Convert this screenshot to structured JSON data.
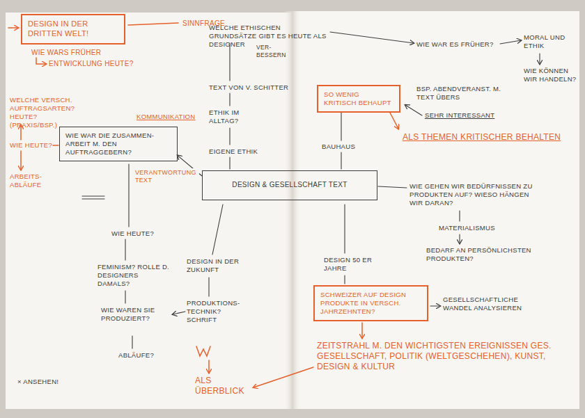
{
  "diagram": {
    "nodes": [
      {
        "text": [
          "DESIGN IN DER DRITTEN WELT!"
        ]
      },
      {
        "text": [
          "WIE WAR DIE ZUSAMMEN-ARBEIT M. DEN AUFTRAGGEBERN?"
        ]
      },
      {
        "text": [
          "SO WENIG KRITISCH BEHAUPT"
        ]
      },
      {
        "text": [
          "DESIGN & GESELLSCHAFT TEXT"
        ]
      },
      {
        "text": [
          "SCHWEIZER AUF DESIGN PRODUKTE IN VERSCH. JAHRZEHNTEN?"
        ]
      }
    ],
    "edges": [
      {
        "from": 3,
        "to": 1,
        "label": "VERANTWORTUNG TEXT",
        "arrow": "to"
      }
    ],
    "labels": [
      "SINNFRAGE",
      "WIE WARS FRÜHER",
      "ENTWICKLUNG HEUTE?",
      "WELCHE VERSCH. AUFTRAGSARTEN? HEUTE? (PRAXIS/BSP.)",
      "KOMMUNIKATION",
      "WIE HEUTE?",
      "ARBEITS-ABLÄUFE",
      "WIE HEUTE?",
      "FEMINISM? ROLLE D. DESIGNERS DAMALS?",
      "WIE WAREN SIE PRODUZIERT?",
      "ABLÄUFE?",
      "DESIGN IN DER ZUKUNFT",
      "PRODUKTIONS-TECHNIK? SCHRIFT",
      "ALS ÜBERBLICK",
      "× ANSEHEN!",
      "WELCHE ETHISCHEN GRUNDSÄTZE GIBT ES HEUTE ALS DESIGNER",
      "VER-BESSERN",
      "TEXT VON V. SCHITTER",
      "ETHIK IM ALLTAG?",
      "EIGENE ETHIK",
      "WIE WAR ES FRÜHER?",
      "MORAL UND ETHIK",
      "WIE KÖNNEN WIR HANDELN?",
      "BSP. ABENDVERANST. M. TEXT ÜBERS",
      "SEHR INTERESSANT",
      "ALS THEMEN KRITISCHER BEHALTEN",
      "BAUHAUS",
      "WIE GEHEN WIR BEDÜRFNISSEN ZU PRODUKTEN AUF? WIESO HÄNGEN WIR DARAN?",
      "MATERIALISMUS",
      "BEDARF AN PERSÖNLICHSTEN PRODUKTEN?",
      "DESIGN 50 ER JAHRE",
      "GESELLSCHAFTLICHE WANDEL ANALYSIEREN",
      "ZEITSTRAHL M. DEN WICHTIGSTEN EREIGNISSEN GES. GESELLSCHAFT, POLITIK (WELTGESCHEHEN), KUNST, DESIGN & KULTUR"
    ]
  }
}
